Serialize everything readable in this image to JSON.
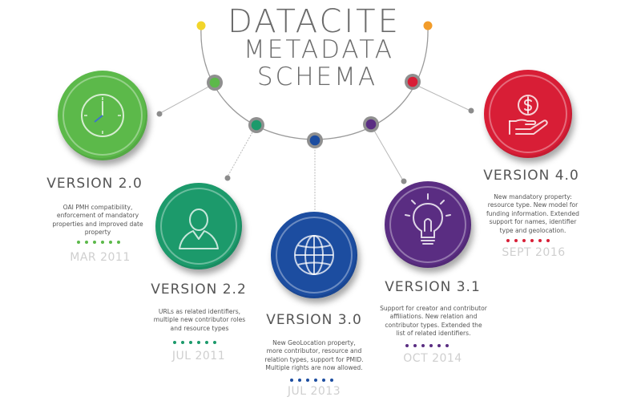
{
  "title": {
    "line1": "DATACITE",
    "line2": "METADATA",
    "line3": "SCHEMA"
  },
  "colors": {
    "v20": "#5cb94a",
    "v22": "#1c9a6b",
    "v30": "#1c4da0",
    "v31": "#5a2d82",
    "v40": "#d81e36",
    "yellow": "#f2d52a",
    "orange": "#f29c2a",
    "grey": "#8c8c8c"
  },
  "versions": [
    {
      "id": "v20",
      "label": "VERSION 2.0",
      "desc": [
        "OAI PMH compatibility,",
        "enforcement of mandatory",
        "properties and improved date",
        "property"
      ],
      "date": "MAR 2011",
      "icon": "clock-icon"
    },
    {
      "id": "v22",
      "label": "VERSION 2.2",
      "desc": [
        "URLs as related identifiers,",
        "multiple new contributor roles",
        "and resource types"
      ],
      "date": "JUL 2011",
      "icon": "person-icon"
    },
    {
      "id": "v30",
      "label": "VERSION 3.0",
      "desc": [
        "New GeoLocation property,",
        "more contributor, resource and",
        "relation types, support for PMID.",
        "Multiple rights are now allowed."
      ],
      "date": "JUL 2013",
      "icon": "globe-icon"
    },
    {
      "id": "v31",
      "label": "VERSION 3.1",
      "desc": [
        "Support for creator and contributor",
        "affiliations. New relation and",
        "contributor types. Extended the",
        "list of related identifiers."
      ],
      "date": "OCT 2014",
      "icon": "lightbulb-icon"
    },
    {
      "id": "v40",
      "label": "VERSION 4.0",
      "desc": [
        "New mandatory property:",
        "resource type. New model for",
        "funding information. Extended",
        "support for names, identifier",
        "type and geolocation."
      ],
      "date": "SEPT 2016",
      "icon": "money-hand-icon"
    }
  ]
}
